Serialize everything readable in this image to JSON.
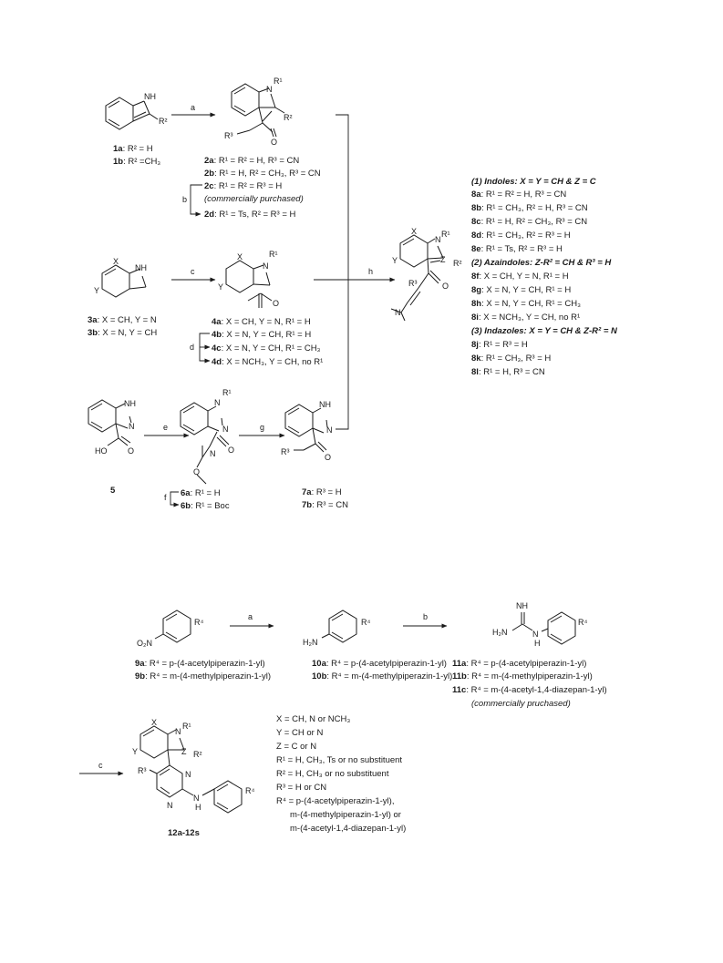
{
  "scheme1": {
    "reagents": {
      "a": "a",
      "b": "b",
      "c": "c",
      "d": "d",
      "e": "e",
      "f": "f",
      "g": "g",
      "h": "h"
    },
    "c1a": "1a",
    "c1a_t": ": R² = H",
    "c1b": "1b",
    "c1b_t": ": R² =CH₃",
    "c2a": "2a",
    "c2a_t": ": R¹ = R² = H, R³ = CN",
    "c2b": "2b",
    "c2b_t": ": R¹ = H, R² = CH₃, R³ = CN",
    "c2c": "2c",
    "c2c_t": ": R¹ = R² = R³ = H",
    "c2c_note": "(commercially purchased)",
    "c2d": "2d",
    "c2d_t": ": R¹ = Ts, R² = R³ = H",
    "c3a": "3a",
    "c3a_t": ": X = CH, Y = N",
    "c3b": "3b",
    "c3b_t": ": X = N, Y = CH",
    "c4a": "4a",
    "c4a_t": ": X = CH, Y = N, R¹ = H",
    "c4b": "4b",
    "c4b_t": ": X = N, Y = CH, R¹ = H",
    "c4c": "4c",
    "c4c_t": ": X = N, Y = CH, R¹ = CH₃",
    "c4d": "4d",
    "c4d_t": ": X = NCH₃, Y = CH, no R¹",
    "c5": "5",
    "c6a": "6a",
    "c6a_t": ": R¹ = H",
    "c6b": "6b",
    "c6b_t": ": R¹ = Boc",
    "c7a": "7a",
    "c7a_t": ": R³ = H",
    "c7b": "7b",
    "c7b_t": ": R³ = CN",
    "h1": "(1) Indoles: X = Y = CH & Z = C",
    "c8a": "8a",
    "c8a_t": ": R¹ = R² = H, R³ = CN",
    "c8b": "8b",
    "c8b_t": ": R¹ = CH₃, R² = H, R³ = CN",
    "c8c": "8c",
    "c8c_t": ": R¹ = H, R² = CH₃, R³ = CN",
    "c8d": "8d",
    "c8d_t": ": R¹ = CH₃, R² = R³ = H",
    "c8e": "8e",
    "c8e_t": ": R¹ = Ts, R² = R³ = H",
    "h2": "(2) Azaindoles: Z-R² = CH & R³ = H",
    "c8f": "8f",
    "c8f_t": ": X = CH, Y = N, R¹ = H",
    "c8g": "8g",
    "c8g_t": ": X = N, Y = CH, R¹ = H",
    "c8h": "8h",
    "c8h_t": ": X = N, Y = CH, R¹ = CH₃",
    "c8i": "8i",
    "c8i_t": ": X = NCH₃, Y = CH, no R¹",
    "h3": "(3) Indazoles: X = Y = CH & Z-R² = N",
    "c8j": "8j",
    "c8j_t": ": R¹ = R³ = H",
    "c8k": "8k",
    "c8k_t": ": R¹ = CH₃, R³ = H",
    "c8l": "8l",
    "c8l_t": ": R¹ = H, R³ = CN"
  },
  "scheme2": {
    "reagents": {
      "a": "a",
      "b": "b",
      "c": "c"
    },
    "c9a": "9a",
    "c9a_t": ": R⁴ = p-(4-acetylpiperazin-1-yl)",
    "c9b": "9b",
    "c9b_t": ": R⁴ = m-(4-methylpiperazin-1-yl)",
    "c10a": "10a",
    "c10a_t": ": R⁴ = p-(4-acetylpiperazin-1-yl)",
    "c10b": "10b",
    "c10b_t": ": R⁴ = m-(4-methylpiperazin-1-yl)",
    "c11a": "11a",
    "c11a_t": ": R⁴ = p-(4-acetylpiperazin-1-yl)",
    "c11b": "11b",
    "c11b_t": ": R⁴ = m-(4-methylpiperazin-1-yl)",
    "c11c": "11c",
    "c11c_t": ": R⁴ = m-(4-acetyl-1,4-diazepan-1-yl)",
    "c11c_note": "(commercially pruchased)",
    "c12": "12a-12s",
    "def": [
      "X = CH, N or NCH₃",
      "Y = CH or N",
      "Z = C or N",
      "R¹ = H, CH₃, Ts or no substituent",
      "R² = H, CH₃ or no substituent",
      "R³ = H or CN",
      "R⁴ = p-(4-acetylpiperazin-1-yl),",
      "m-(4-methylpiperazin-1-yl) or",
      "m-(4-acetyl-1,4-diazepan-1-yl)"
    ]
  },
  "atoms": {
    "NH": "NH",
    "N": "N",
    "R1": "R¹",
    "R2": "R²",
    "R3": "R³",
    "R4": "R⁴",
    "O": "O",
    "X": "X",
    "Y": "Y",
    "Z": "Z",
    "HO": "HO",
    "H2N": "H₂N",
    "NH_imine": "NH",
    "O2N": "O₂N"
  }
}
